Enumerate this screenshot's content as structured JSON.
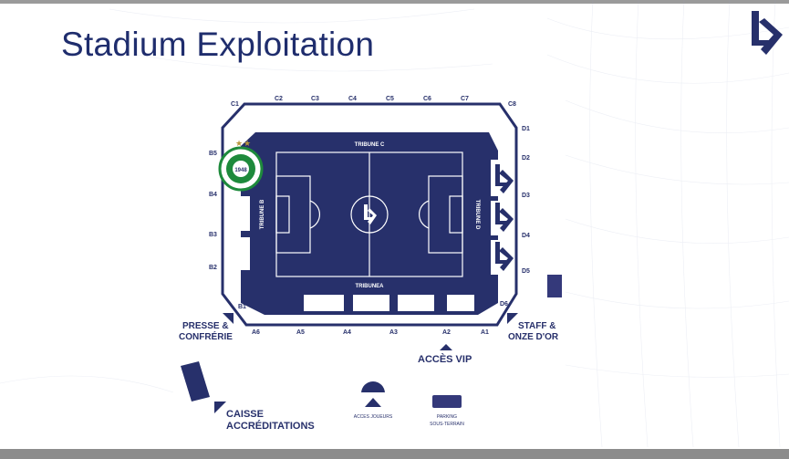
{
  "slide": {
    "title": "Stadium Exploitation"
  },
  "colors": {
    "navy": "#27306b",
    "title": "#1f2d6d",
    "green": "#1e8a3c"
  },
  "stadium": {
    "tribunes": {
      "c": "TRIBUNE C",
      "a": "TRIBUNEA",
      "b": "TRIBUNE B",
      "d": "TRIBUNE D"
    },
    "sectors_c": [
      "C1",
      "C2",
      "C3",
      "C4",
      "C5",
      "C6",
      "C7",
      "C8"
    ],
    "sectors_b": [
      "B5",
      "B4",
      "B3",
      "B2",
      "B1"
    ],
    "sectors_d": [
      "D1",
      "D2",
      "D3",
      "D4",
      "D5",
      "D6"
    ],
    "sectors_a": [
      "A6",
      "A5",
      "A4",
      "A3",
      "A2",
      "A1"
    ]
  },
  "labels": {
    "presse_1": "PRESSE &",
    "presse_2": "CONFRÉRIE",
    "staff_1": "STAFF &",
    "staff_2": "ONZE D'OR",
    "acces_vip": "ACCÈS VIP",
    "caisse_1": "CAISSE",
    "caisse_2": "ACCRÉDITATIONS",
    "acces_joueurs": "ACCES JOUEURS",
    "parking_1": "PARKING",
    "parking_2": "SOUS-TERRAIN"
  },
  "badge": {
    "year": "1948"
  }
}
